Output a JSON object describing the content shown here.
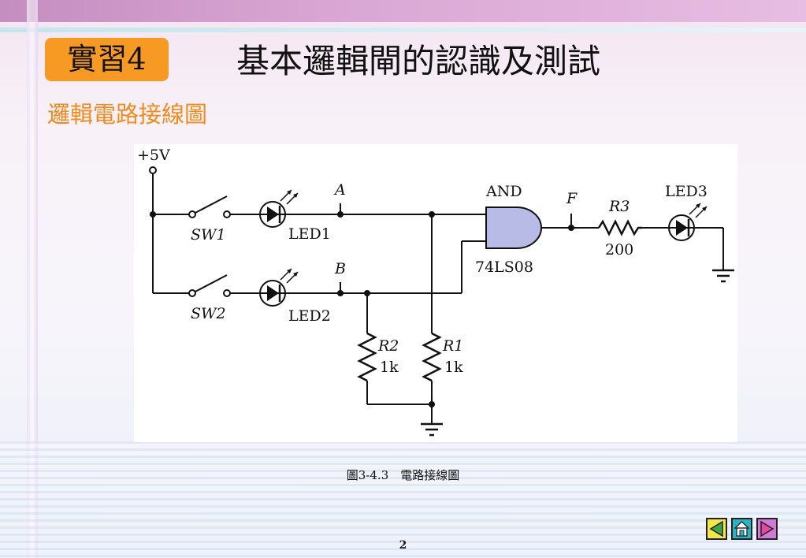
{
  "slide": {
    "badge": "實習4",
    "title": "基本邏輯閘的認識及測試",
    "subtitle": "邏輯電路接線圖",
    "caption": "圖3-4.3　電路接線圖",
    "page_number": "2"
  },
  "diagram": {
    "supply": "+5V",
    "switches": [
      "SW1",
      "SW2"
    ],
    "leds": [
      "LED1",
      "LED2",
      "LED3"
    ],
    "nodes": [
      "A",
      "B",
      "F"
    ],
    "gate": {
      "type": "AND",
      "chip": "74LS08"
    },
    "resistors": [
      {
        "name": "R1",
        "value": "1k"
      },
      {
        "name": "R2",
        "value": "1k"
      },
      {
        "name": "R3",
        "value": "200"
      }
    ]
  },
  "navigation": {
    "prev_icon": "triangle-left-icon",
    "home_icon": "home-icon",
    "next_icon": "triangle-right-icon"
  },
  "colors": {
    "badge": "#f79a24",
    "subtitle": "#f08c1e",
    "nav_prev": "#f4e74a",
    "nav_home": "#29b3c4",
    "nav_next": "#d07ad6"
  }
}
